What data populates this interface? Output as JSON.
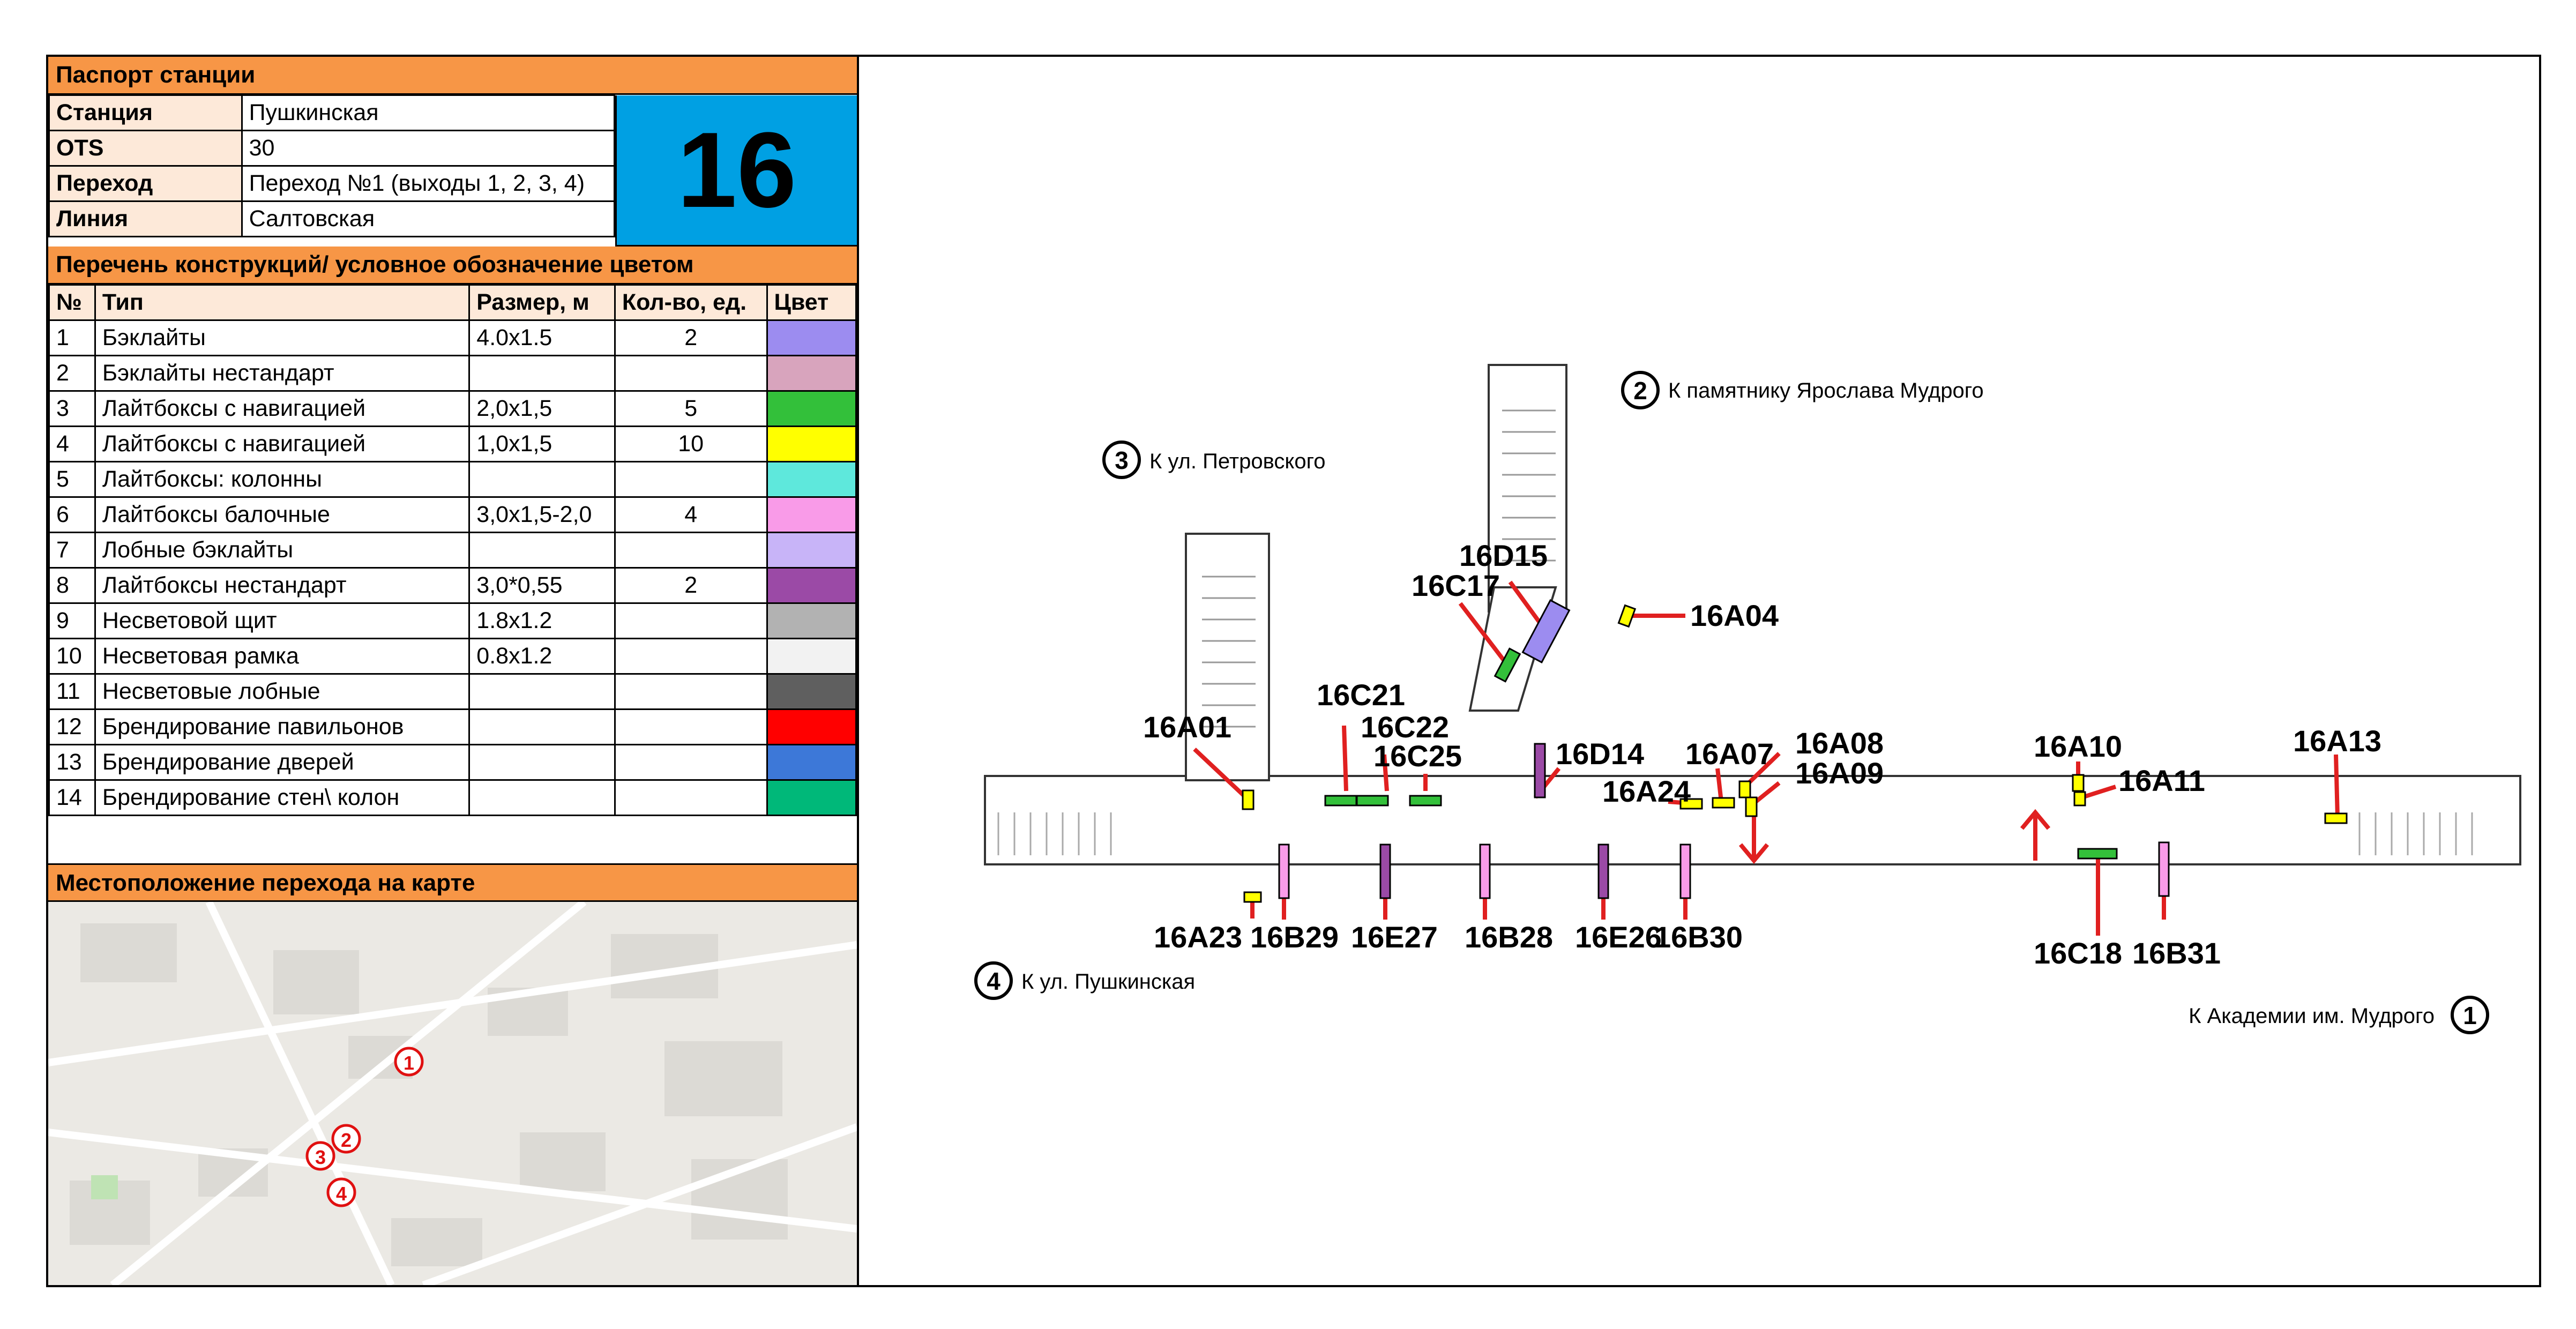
{
  "passport": {
    "title": "Паспорт станции",
    "fields": [
      {
        "label": "Станция",
        "value": "Пушкинская"
      },
      {
        "label": "OTS",
        "value": "30"
      },
      {
        "label": "Переход",
        "value": "Переход №1 (выходы 1, 2, 3, 4)"
      },
      {
        "label": "Линия",
        "value": "Салтовская"
      }
    ],
    "station_number": "16"
  },
  "constructions": {
    "title": "Перечень конструкций/ условное обозначение цветом",
    "columns": [
      "№",
      "Тип",
      "Размер, м",
      "Кол-во, ед.",
      "Цвет"
    ],
    "rows": [
      {
        "no": "1",
        "type": "Бэклайты",
        "size": "4.0x1.5",
        "qty": "2",
        "color": "#9c8cf0"
      },
      {
        "no": "2",
        "type": "Бэклайты нестандарт",
        "size": "",
        "qty": "",
        "color": "#d8a4bd"
      },
      {
        "no": "3",
        "type": "Лайтбоксы с навигацией",
        "size": "2,0x1,5",
        "qty": "5",
        "color": "#33c03a"
      },
      {
        "no": "4",
        "type": "Лайтбоксы с навигацией",
        "size": "1,0x1,5",
        "qty": "10",
        "color": "#ffff00"
      },
      {
        "no": "5",
        "type": "Лайтбоксы: колонны",
        "size": "",
        "qty": "",
        "color": "#5ee8dc"
      },
      {
        "no": "6",
        "type": "Лайтбоксы балочные",
        "size": "3,0x1,5-2,0",
        "qty": "4",
        "color": "#f99be8"
      },
      {
        "no": "7",
        "type": "Лобные бэклайты",
        "size": "",
        "qty": "",
        "color": "#c8b4f8"
      },
      {
        "no": "8",
        "type": "Лайтбоксы нестандарт",
        "size": "3,0*0,55",
        "qty": "2",
        "color": "#9b4aa6"
      },
      {
        "no": "9",
        "type": "Несветовой щит",
        "size": "1.8x1.2",
        "qty": "",
        "color": "#b2b2b2"
      },
      {
        "no": "10",
        "type": "Несветовая рамка",
        "size": "0.8x1.2",
        "qty": "",
        "color": "#f2f2f2"
      },
      {
        "no": "11",
        "type": "Несветовые лобные",
        "size": "",
        "qty": "",
        "color": "#5f5f5f"
      },
      {
        "no": "12",
        "type": "Брендирование павильонов",
        "size": "",
        "qty": "",
        "color": "#ff0000"
      },
      {
        "no": "13",
        "type": "Брендирование дверей",
        "size": "",
        "qty": "",
        "color": "#3d78d8"
      },
      {
        "no": "14",
        "type": "Брендирование стен\\ колон",
        "size": "",
        "qty": "",
        "color": "#00b879"
      }
    ]
  },
  "map": {
    "title": "Местоположение перехода на карте",
    "markers": [
      "1",
      "2",
      "3",
      "4"
    ]
  },
  "plan": {
    "exits": [
      {
        "num": "2",
        "label": "К памятнику Ярослава Мудрого"
      },
      {
        "num": "3",
        "label": "К ул. Петровского"
      },
      {
        "num": "4",
        "label": "К ул. Пушкинская"
      },
      {
        "num": "1",
        "label": "К Академии им. Мудрого"
      }
    ],
    "labels": {
      "l16D15": "16D15",
      "l16C17": "16C17",
      "l16A04": "16A04",
      "l16A01": "16A01",
      "l16C21": "16C21",
      "l16C22": "16C22",
      "l16C25": "16C25",
      "l16D14": "16D14",
      "l16A07": "16A07",
      "l16A08": "16A08",
      "l16A09": "16A09",
      "l16A24": "16A24",
      "l16A10": "16A10",
      "l16A11": "16A11",
      "l16A13": "16A13",
      "l16A23": "16A23",
      "l16B29": "16B29",
      "l16E27": "16E27",
      "l16B28": "16B28",
      "l16E26": "16E26",
      "l16B30": "16B30",
      "l16C18": "16C18",
      "l16B31": "16B31"
    }
  },
  "colors": {
    "header_orange": "#f79646",
    "label_peach": "#fde9d9",
    "number_blue": "#00a0e3",
    "leader_red": "#e02020"
  }
}
